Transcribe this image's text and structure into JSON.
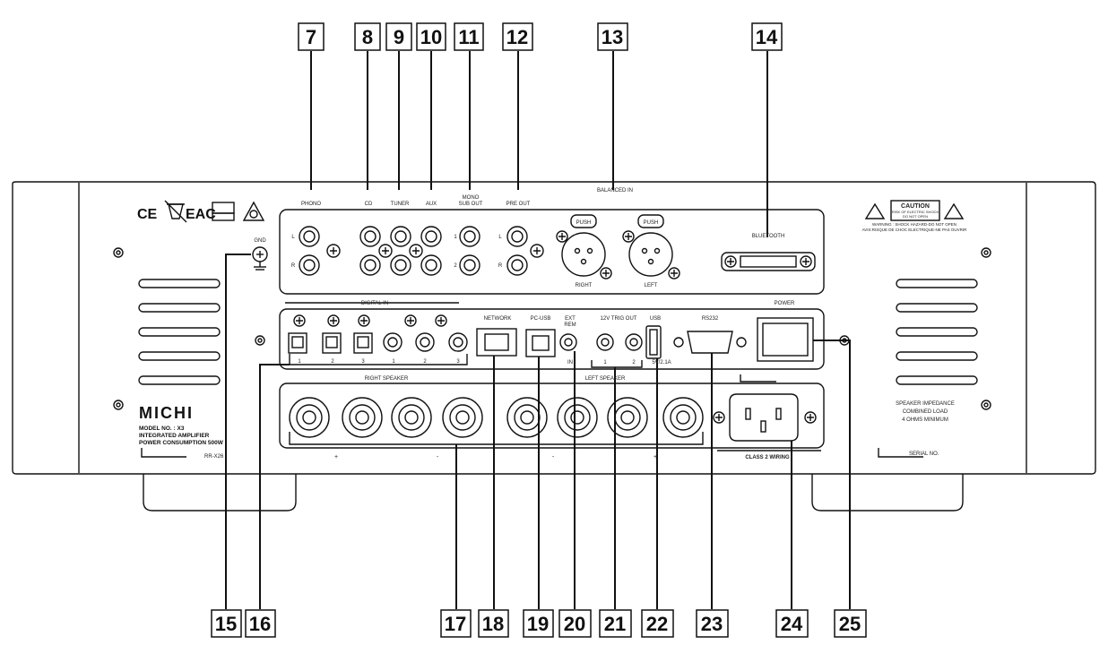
{
  "callouts": {
    "c7": "7",
    "c8": "8",
    "c9": "9",
    "c10": "10",
    "c11": "11",
    "c12": "12",
    "c13": "13",
    "c14": "14",
    "c15": "15",
    "c16": "16",
    "c17": "17",
    "c18": "18",
    "c19": "19",
    "c20": "20",
    "c21": "21",
    "c22": "22",
    "c23": "23",
    "c24": "24",
    "c25": "25"
  },
  "top_panel": {
    "phono": "PHONO",
    "cd": "CD",
    "tuner": "TUNER",
    "aux": "AUX",
    "mono_sub_out_1": "MONO",
    "mono_sub_out_2": "SUB OUT",
    "pre_out": "PRE OUT",
    "balanced_in": "BALANCED IN",
    "bluetooth": "BLUETOOTH",
    "push": "PUSH",
    "right": "RIGHT",
    "left": "LEFT",
    "l": "L",
    "r": "R",
    "one": "1",
    "two": "2"
  },
  "mid_panel": {
    "digital_in": "DIGITAL IN",
    "network": "NETWORK",
    "pc_usb": "PC-USB",
    "ext_rem_1": "EXT",
    "ext_rem_2": "REM",
    "ext_in": "IN",
    "trig_out": "12V TRIG OUT",
    "usb": "USB",
    "usb_rating": "5V/2.1A",
    "rs232": "RS232",
    "power": "POWER",
    "d1": "1",
    "d2": "2",
    "d3": "3",
    "c1": "1",
    "c2": "2",
    "c3": "3",
    "t1": "1",
    "t2": "2"
  },
  "speaker_panel": {
    "right_speaker": "RIGHT SPEAKER",
    "left_speaker": "LEFT SPEAKER",
    "plus_1": "+",
    "minus_1": "-",
    "minus_2": "-",
    "plus_2": "+",
    "class2": "CLASS 2 WIRING"
  },
  "left_side": {
    "gnd": "GND",
    "brand": "MICHI",
    "model_no": "MODEL NO. : X3",
    "product": "INTEGRATED AMPLIFIER",
    "power_consumption": "POWER CONSUMPTION 500W",
    "ref": "RR-X26",
    "ce": "CE",
    "eac": "EAC"
  },
  "right_side": {
    "caution": "CAUTION",
    "caution_sub1": "RISK OF ELECTRIC SHOCK",
    "caution_sub2": "DO NOT OPEN",
    "warning": "WARNING : SHOCK HAZARD-DO NOT OPEN",
    "avis": "AVIS:RISQUE DE CHOC ELECTRIQUE-NE PAS OUVRIR",
    "impedance1": "SPEAKER IMPEDANCE",
    "impedance2": "COMBINED LOAD",
    "impedance3": "4 OHMS MINIMUM",
    "serial": "SERIAL NO."
  },
  "colors": {
    "line": "#111111",
    "panel": "#ffffff",
    "background": "#ffffff"
  }
}
